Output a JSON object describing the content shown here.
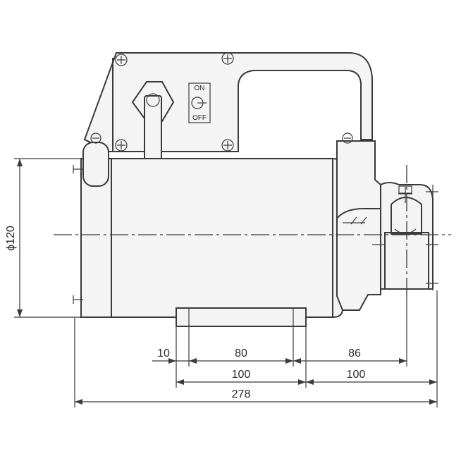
{
  "dimensions": {
    "diameter": "ϕ120",
    "d10": "10",
    "d80": "80",
    "d86": "86",
    "d100_left": "100",
    "d100_right": "100",
    "d278": "278"
  },
  "switch": {
    "on_label": "ON",
    "off_label": "OFF"
  }
}
